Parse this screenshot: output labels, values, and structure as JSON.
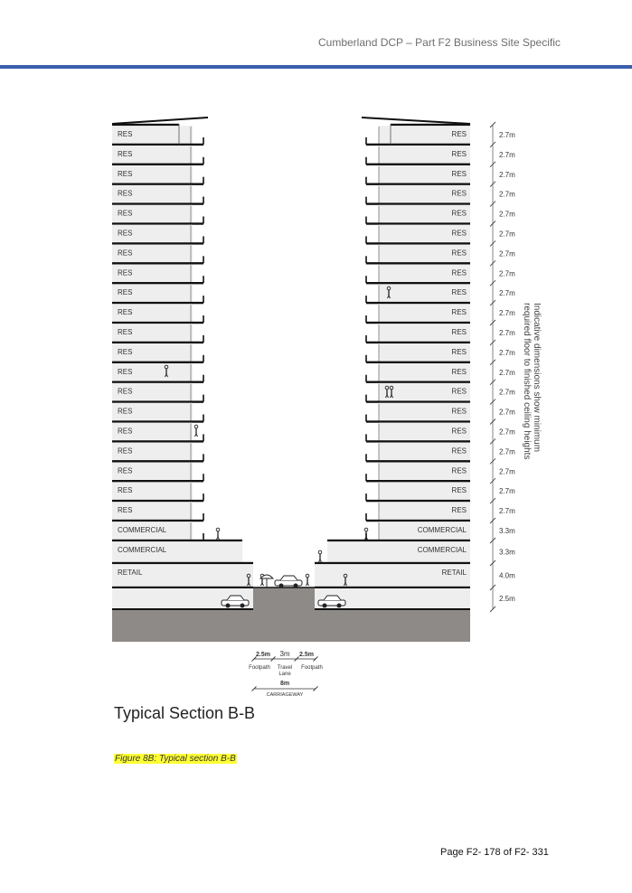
{
  "header": {
    "title": "Cumberland DCP – Part F2 Business Site Specific",
    "rule_color": "#3a5fad"
  },
  "section": {
    "floors_left": [
      "RES",
      "RES",
      "RES",
      "RES",
      "RES",
      "RES",
      "RES",
      "RES",
      "RES",
      "RES",
      "RES",
      "RES",
      "RES",
      "RES",
      "RES",
      "RES",
      "RES",
      "RES",
      "RES",
      "RES",
      "COMMERCIAL",
      "COMMERCIAL",
      "RETAIL"
    ],
    "floors_right": [
      "RES",
      "RES",
      "RES",
      "RES",
      "RES",
      "RES",
      "RES",
      "RES",
      "RES",
      "RES",
      "RES",
      "RES",
      "RES",
      "RES",
      "RES",
      "RES",
      "RES",
      "RES",
      "RES",
      "RES",
      "COMMERCIAL",
      "COMMERCIAL",
      "RETAIL"
    ],
    "heights": [
      "2.7m",
      "2.7m",
      "2.7m",
      "2.7m",
      "2.7m",
      "2.7m",
      "2.7m",
      "2.7m",
      "2.7m",
      "2.7m",
      "2.7m",
      "2.7m",
      "2.7m",
      "2.7m",
      "2.7m",
      "2.7m",
      "2.7m",
      "2.7m",
      "2.7m",
      "2.7m",
      "3.3m",
      "3.3m",
      "4.0m",
      "2.5m"
    ],
    "height_note_line1": "Indicative dimensions show minimum",
    "height_note_line2": "required floor to finished ceiling heights",
    "street": {
      "footpath_left_width": "2.5m",
      "travel_lane_width": "3m",
      "footpath_right_width": "2.5m",
      "footpath_left_label": "Footpath",
      "travel_lane_label_1": "Travel",
      "travel_lane_label_2": "Lane",
      "footpath_right_label": "Footpath",
      "carriageway_width": "8m",
      "carriageway_label": "CARRIAGEWAY"
    }
  },
  "section_title": "Typical Section B-B",
  "caption": "Figure 8B: Typical section B-B",
  "footer": {
    "page_number": "Page F2- 178 of F2- 331"
  }
}
